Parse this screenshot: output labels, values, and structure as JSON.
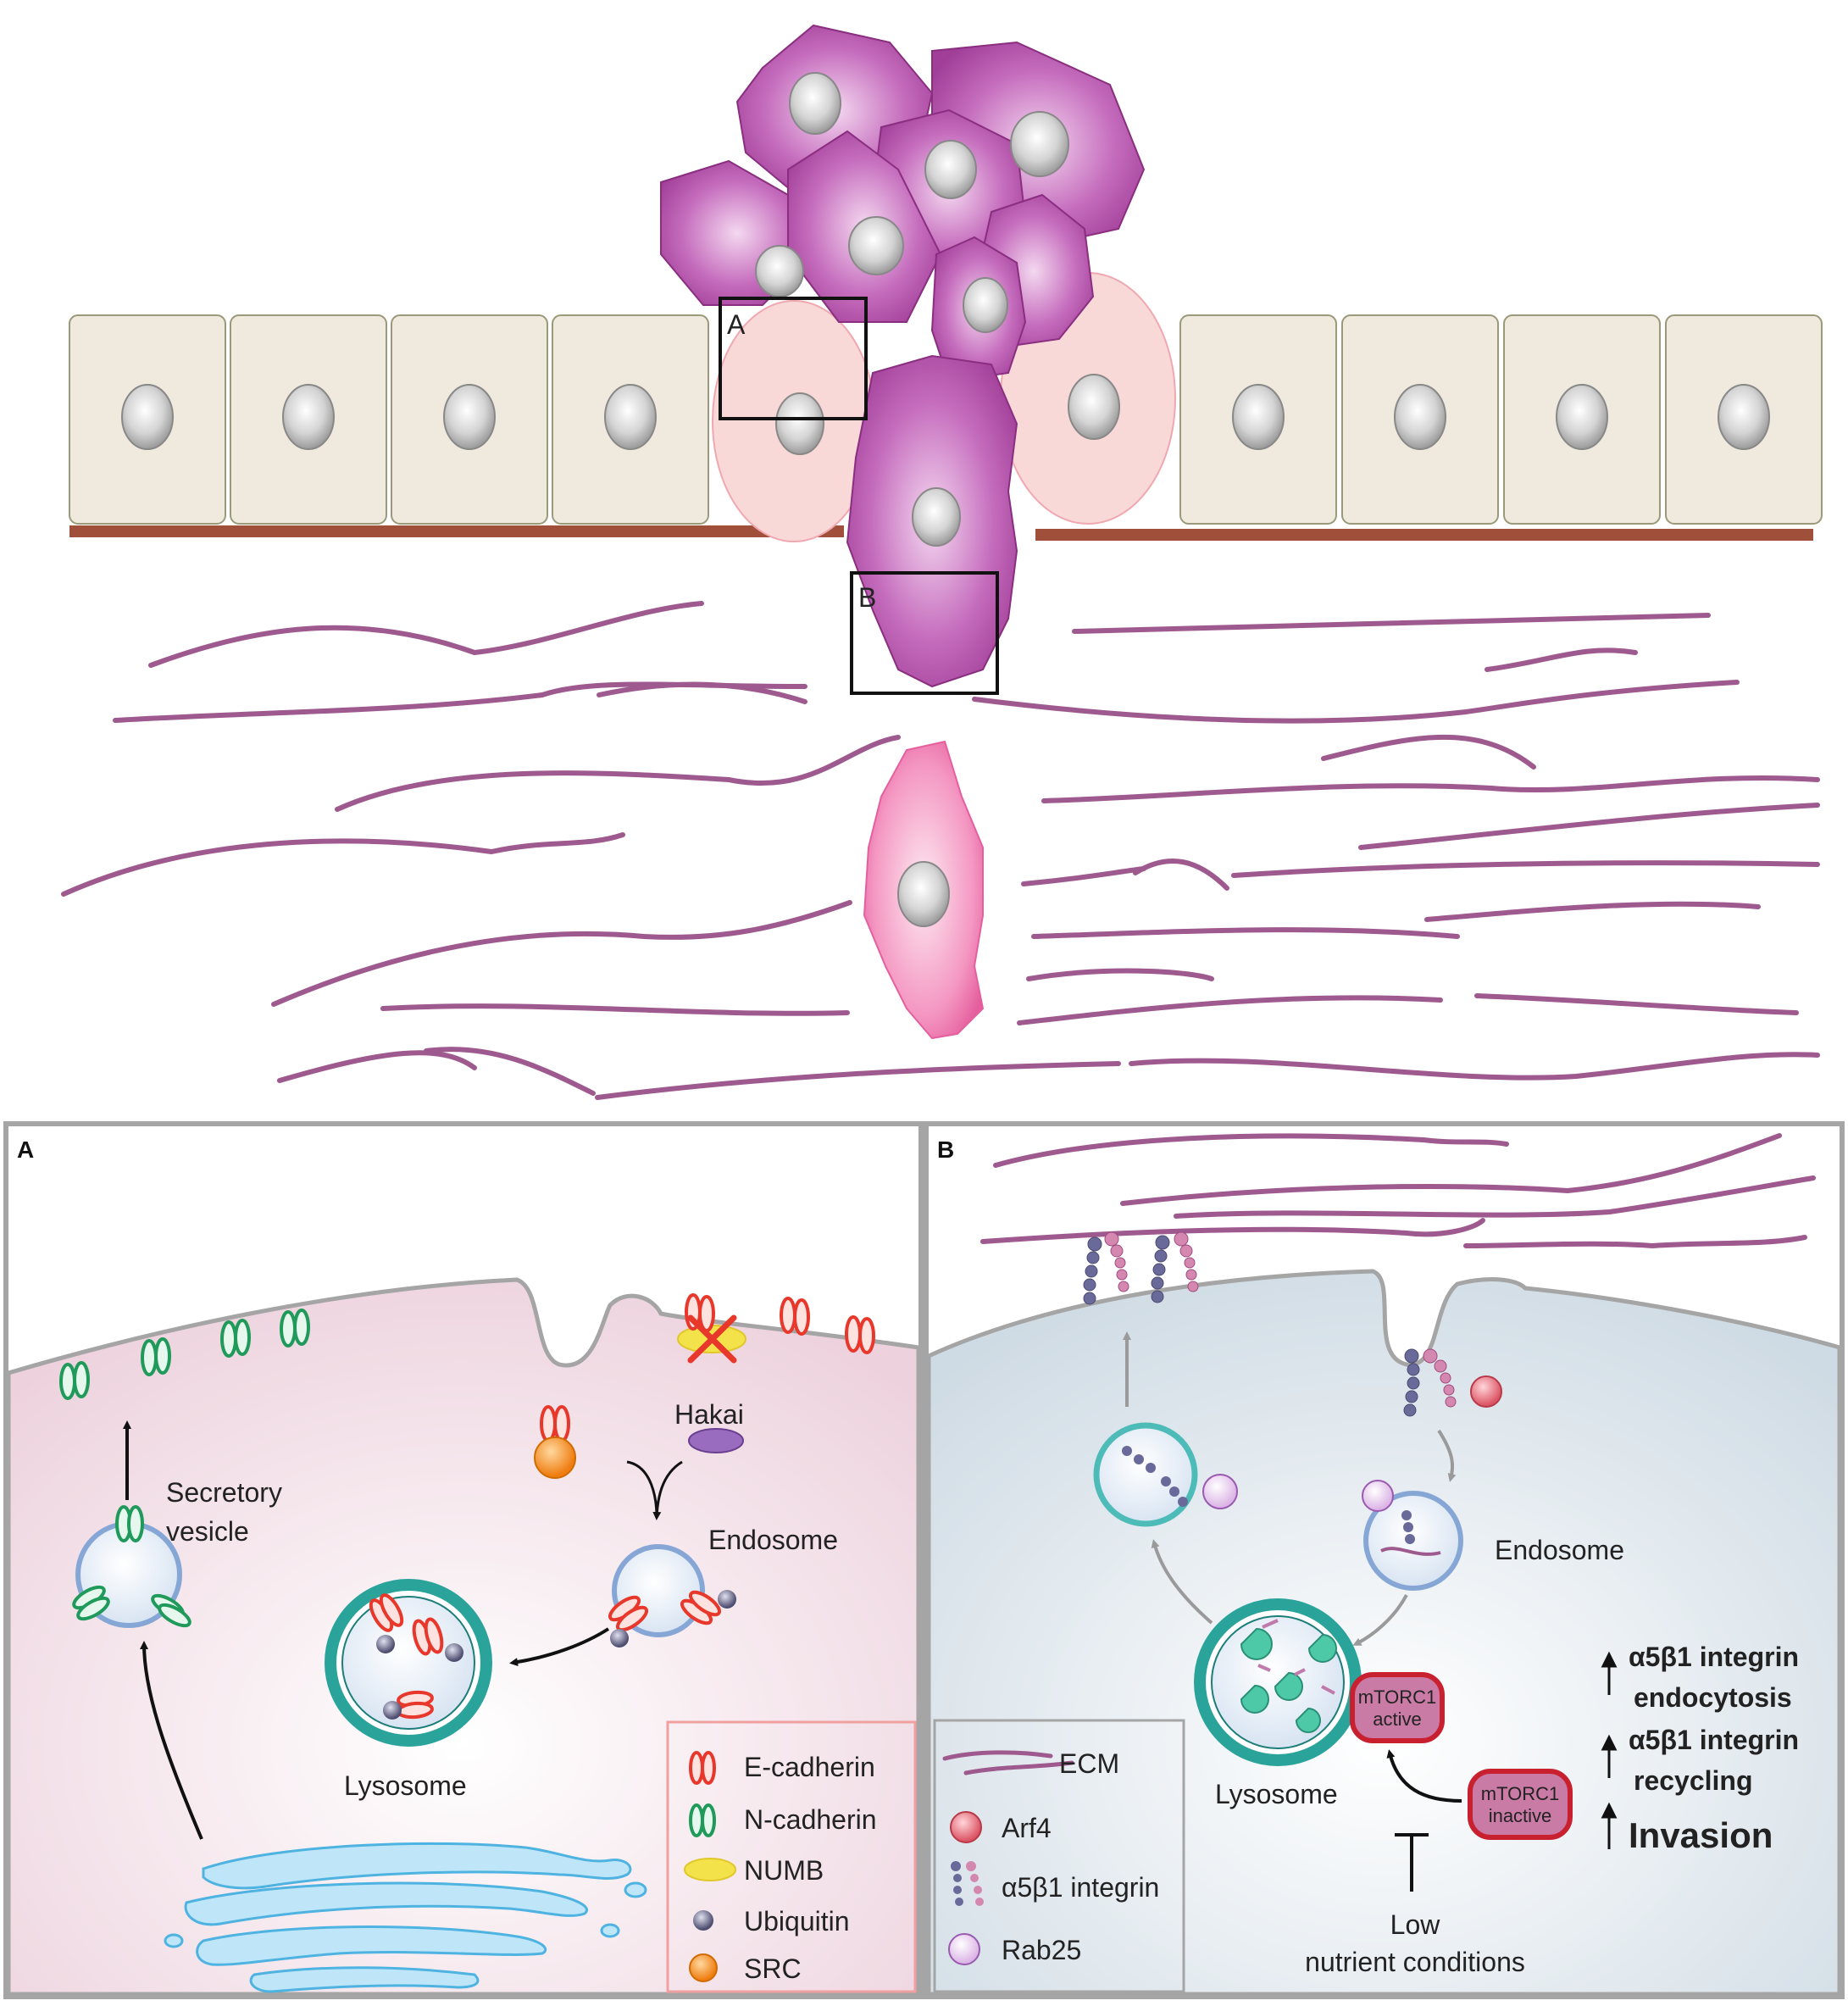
{
  "top": {
    "box_labels": {
      "a": "A",
      "b": "B"
    }
  },
  "panel_a": {
    "letter": "A",
    "labels": {
      "secretory_vesicle_1": "Secretory",
      "secretory_vesicle_2": "vesicle",
      "hakai": "Hakai",
      "endosome": "Endosome",
      "lysosome": "Lysosome"
    },
    "legend": [
      {
        "label": "E-cadherin",
        "icon": "e-cadherin-icon",
        "color": "#e8372b"
      },
      {
        "label": "N-cadherin",
        "icon": "n-cadherin-icon",
        "color": "#1f9a5a"
      },
      {
        "label": "NUMB",
        "icon": "numb-icon",
        "color": "#f3e24a"
      },
      {
        "label": "Ubiquitin",
        "icon": "ubiquitin-icon",
        "color": "#5a5a7a"
      },
      {
        "label": "SRC",
        "icon": "src-icon",
        "color": "#f39020"
      }
    ]
  },
  "panel_b": {
    "letter": "B",
    "labels": {
      "endosome": "Endosome",
      "lysosome": "Lysosome",
      "mtorc1_active_1": "mTORC1",
      "mtorc1_active_2": "active",
      "mtorc1_inactive_1": "mTORC1",
      "mtorc1_inactive_2": "inactive",
      "low_1": "Low",
      "low_2": "nutrient conditions"
    },
    "effects": [
      {
        "line1": "α5β1 integrin",
        "line2": "endocytosis"
      },
      {
        "line1": "α5β1 integrin",
        "line2": "recycling"
      },
      {
        "line1": "Invasion",
        "line2": ""
      }
    ],
    "legend": [
      {
        "label": "ECM",
        "icon": "ecm-icon",
        "color": "#9e5a8e"
      },
      {
        "label": "Arf4",
        "icon": "arf4-icon",
        "color": "#e86f7a"
      },
      {
        "label": "α5β1 integrin",
        "icon": "integrin-icon",
        "color": "#6a6a9a"
      },
      {
        "label": "Rab25",
        "icon": "rab25-icon",
        "color": "#e6c7ee"
      }
    ]
  },
  "colors": {
    "fiber": "#9e5a8e",
    "basement_membrane": "#a0503a",
    "epithelial_fill": "#efe9de",
    "tumor_cell": "#b24ba8",
    "panel_border": "#a5a5a5"
  }
}
